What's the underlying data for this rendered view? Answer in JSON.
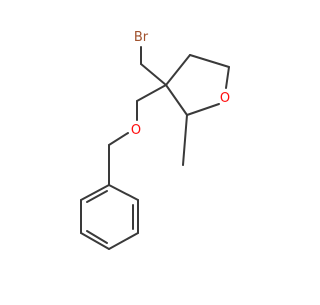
{
  "molecule": {
    "atom_labels": {
      "bromine": "Br",
      "ring_oxygen": "O",
      "ether_oxygen": "O"
    },
    "colors": {
      "bond": "#3a3a3a",
      "bromine": "#a0522d",
      "oxygen": "#ff0d0d"
    }
  }
}
